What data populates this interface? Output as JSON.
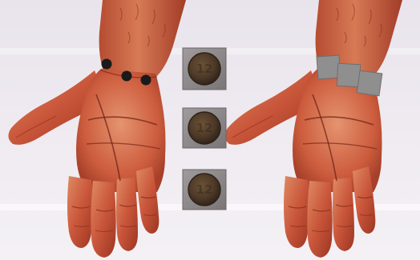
{
  "colors": {
    "background_top": "#e9e4ec",
    "background_bottom": "#f4f1f5",
    "skin_base": "#c9563a",
    "skin_light": "#e08a64",
    "skin_shadow": "#8e2e1e",
    "crease": "#6e2416",
    "point_marker": "#1a1a1a",
    "square_marker": "#8f8f8f",
    "coin_tile": "#8b8789",
    "coin_face": "#4e3a28",
    "coin_rim": "#2e2218"
  },
  "left_hand": {
    "markers": [
      {
        "shape": "dot",
        "label": ""
      },
      {
        "shape": "dot",
        "label": ""
      },
      {
        "shape": "dot",
        "label": ""
      }
    ]
  },
  "right_hand": {
    "markers": [
      {
        "shape": "square",
        "label": ""
      },
      {
        "shape": "square",
        "label": ""
      },
      {
        "shape": "square",
        "label": ""
      }
    ]
  },
  "coins": [
    {
      "label": "12"
    },
    {
      "label": "12"
    },
    {
      "label": "12"
    }
  ]
}
